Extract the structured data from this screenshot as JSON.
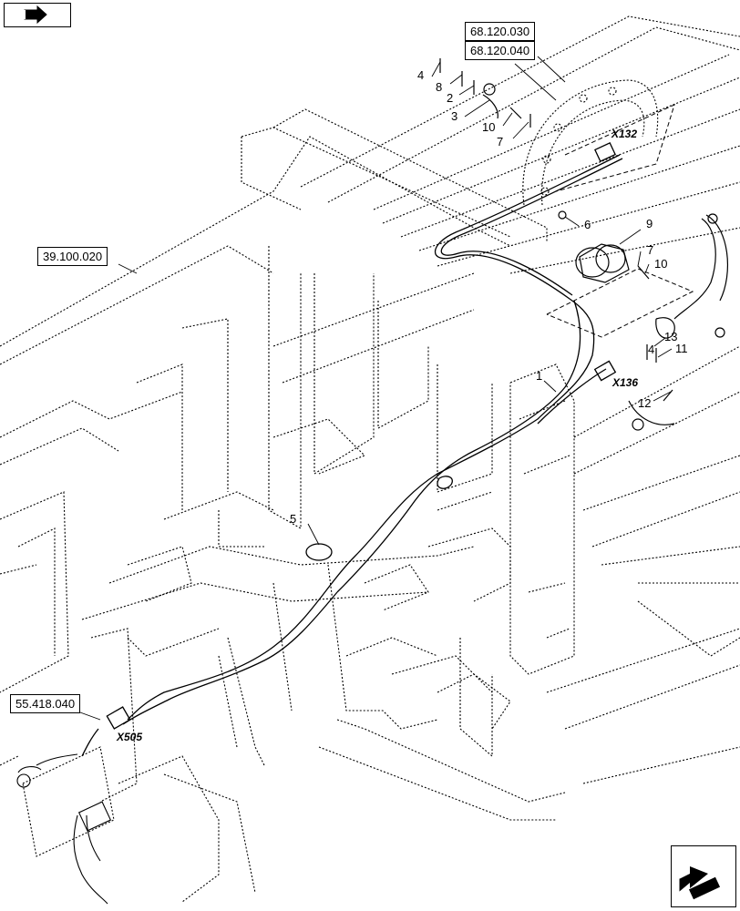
{
  "references": {
    "ref_68_120_030": "68.120.030",
    "ref_68_120_040": "68.120.040",
    "ref_39_100_020": "39.100.020",
    "ref_55_418_040": "55.418.040"
  },
  "connectors": {
    "x132": "X132",
    "x136": "X136",
    "x505": "X505"
  },
  "callouts": {
    "c4": "4",
    "c8": "8",
    "c2": "2",
    "c3": "3",
    "c10a": "10",
    "c7a": "7",
    "c6": "6",
    "c9": "9",
    "c7b": "7",
    "c10b": "10",
    "c13": "13",
    "c4b": "4",
    "c11": "11",
    "c12": "12",
    "c1": "1",
    "c5": "5"
  },
  "icons": {
    "top_left": "previous-page-arrow-icon",
    "bottom_right": "next-page-arrow-icon"
  },
  "colors": {
    "line": "#000000",
    "background": "#ffffff"
  }
}
